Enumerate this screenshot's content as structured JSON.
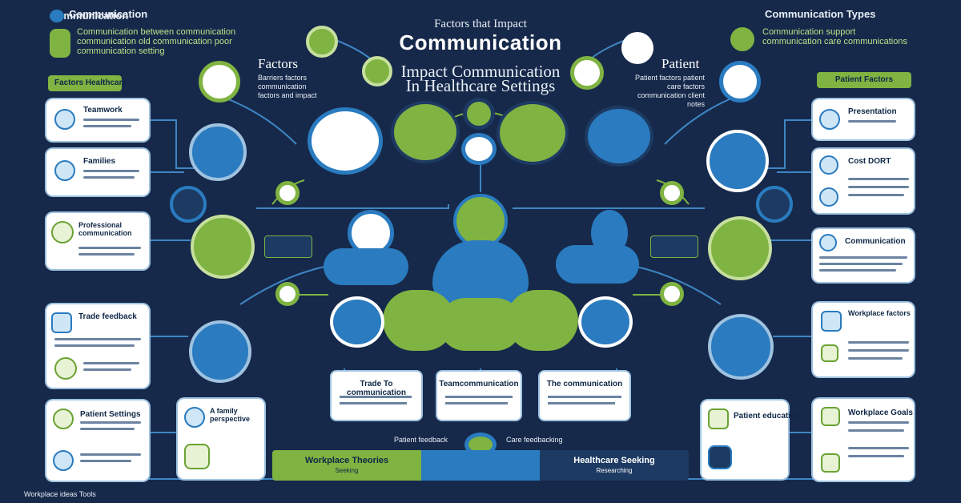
{
  "header": {
    "left_label": "Communication",
    "right_label": "Communication Types",
    "left_note": "Communication between communication communication old communication poor communication setting",
    "right_note": "Communication support communication care communications",
    "left_pill": "Factors Healthcare",
    "right_pill": "Patient Factors"
  },
  "title": {
    "small": "Factors that Impact",
    "big": "Communication",
    "sub_line1": "Impact Communication",
    "sub_line2": "In Healthcare Settings"
  },
  "factors": {
    "heading": "Factors",
    "note": "Barriers factors communication factors and impact"
  },
  "patient": {
    "heading": "Patient",
    "note": "Patient factors patient care factors communication client notes"
  },
  "left_cards": [
    {
      "title": "Teamwork"
    },
    {
      "title": "Families"
    },
    {
      "title": "Professional communication"
    },
    {
      "title": "Trade feedback"
    },
    {
      "title": "Patient Settings"
    }
  ],
  "right_cards": [
    {
      "title": "Presentation"
    },
    {
      "title": "Cost DORT"
    },
    {
      "title": "Communication"
    },
    {
      "title": "Workplace factors"
    },
    {
      "title": "Workplace Goals"
    }
  ],
  "bottom_left_card": {
    "title": "A family perspective"
  },
  "bottom_right_card": {
    "title": "Patient education"
  },
  "mid_cards": [
    {
      "title": "Trade To communication"
    },
    {
      "title": "Teamcommunication"
    },
    {
      "title": "The communication"
    }
  ],
  "captions": {
    "left": "Patient feedback",
    "right": "Care feedbacking"
  },
  "bottom_bar": [
    {
      "line1": "Workplace Theories",
      "line2": "Seeking"
    },
    {
      "line1": "Healthcare Seeking",
      "line2": "Researching"
    }
  ],
  "footer_note": "Workplace ideas Tools",
  "colors": {
    "background": "#16294a",
    "blue": "#2a7bbf",
    "green": "#7fb342",
    "light_blue": "#9fc2e0"
  }
}
